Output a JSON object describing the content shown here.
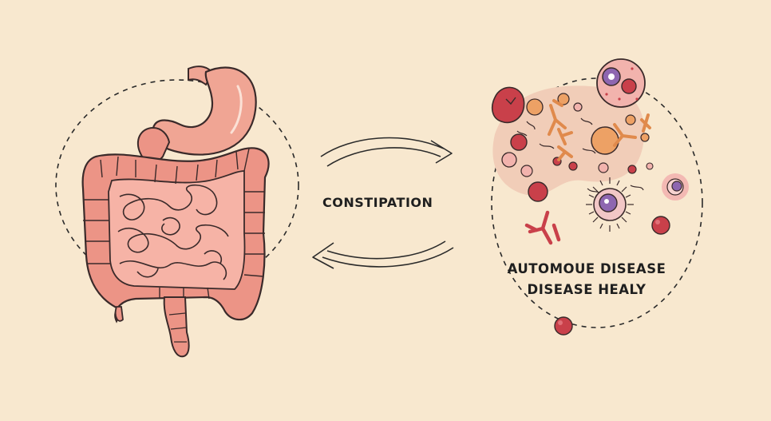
{
  "labels": {
    "center": "CONSTIPATION",
    "disease_line1": "AUTOMOUE  DISEASE",
    "disease_line2": "DISEASE HEALY"
  },
  "colors": {
    "background": "#f8e8cf",
    "intestine": "#ec9486",
    "stomach": "#f0a594",
    "outline": "#3a2a2a",
    "cell_blob": "#f1cdb8",
    "cell_red": "#c9404a",
    "cell_orange": "#eda165",
    "cell_purple": "#8e66b0",
    "text": "#1f1f1f"
  },
  "icons": {
    "left": "digestive-system-icon",
    "right": "immune-cells-icon",
    "top_arrow": "arrow-right-icon",
    "bottom_arrow": "arrow-left-icon"
  }
}
